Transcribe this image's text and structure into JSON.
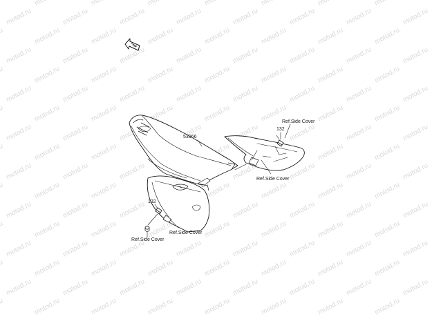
{
  "watermark": {
    "text": "motod.ru",
    "color": "#d9d9d9"
  },
  "callouts": {
    "seat_part": "53066",
    "bolt_right": "132",
    "bolt_left": "132",
    "ref_top_right": "Ref.Side Cover",
    "ref_right_bottom": "Ref.Side Cover",
    "ref_left_bottom": "Ref.Side Cover",
    "ref_center_bottom": "Ref.Side Cover"
  },
  "icons": {
    "front_indicator": "arrow-front-icon"
  },
  "colors": {
    "line": "#1a1a1a",
    "fill": "#ffffff"
  }
}
